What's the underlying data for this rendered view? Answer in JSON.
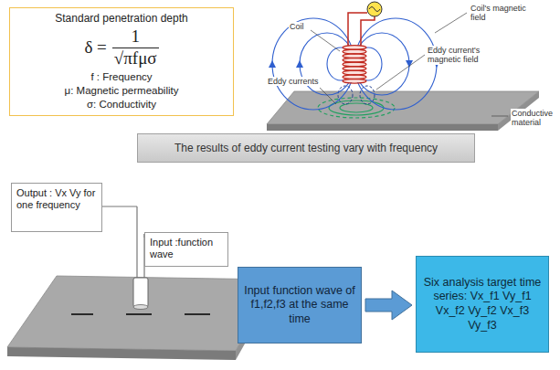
{
  "diagram": {
    "nodes": [
      {
        "text": [
          "Standard penetration depth",
          "δ =",
          "1",
          "√πfμσ",
          "f : Frequency",
          "μ: Magnetic permeability",
          "σ: Conductivity"
        ]
      },
      {
        "text": [
          "The results of eddy current testing vary with frequency"
        ]
      },
      {
        "text": [
          "Output : Vx Vy for one frequency"
        ]
      },
      {
        "text": [
          "Input :function wave"
        ]
      },
      {
        "text": [
          "Input function wave of f1,f2,f3 at the same time"
        ]
      },
      {
        "text": [
          "Six analysis target time series: Vx_f1 Vy_f1 Vx_f2 Vy_f2 Vx_f3 Vy_f3"
        ]
      }
    ],
    "edges": [
      {
        "from": 4,
        "to": 5,
        "arrow": "to"
      }
    ],
    "labels": [
      "Coil",
      "Coil's magnetic field",
      "Eddy current's magnetic field",
      "Eddy currents",
      "Conductive material"
    ]
  }
}
